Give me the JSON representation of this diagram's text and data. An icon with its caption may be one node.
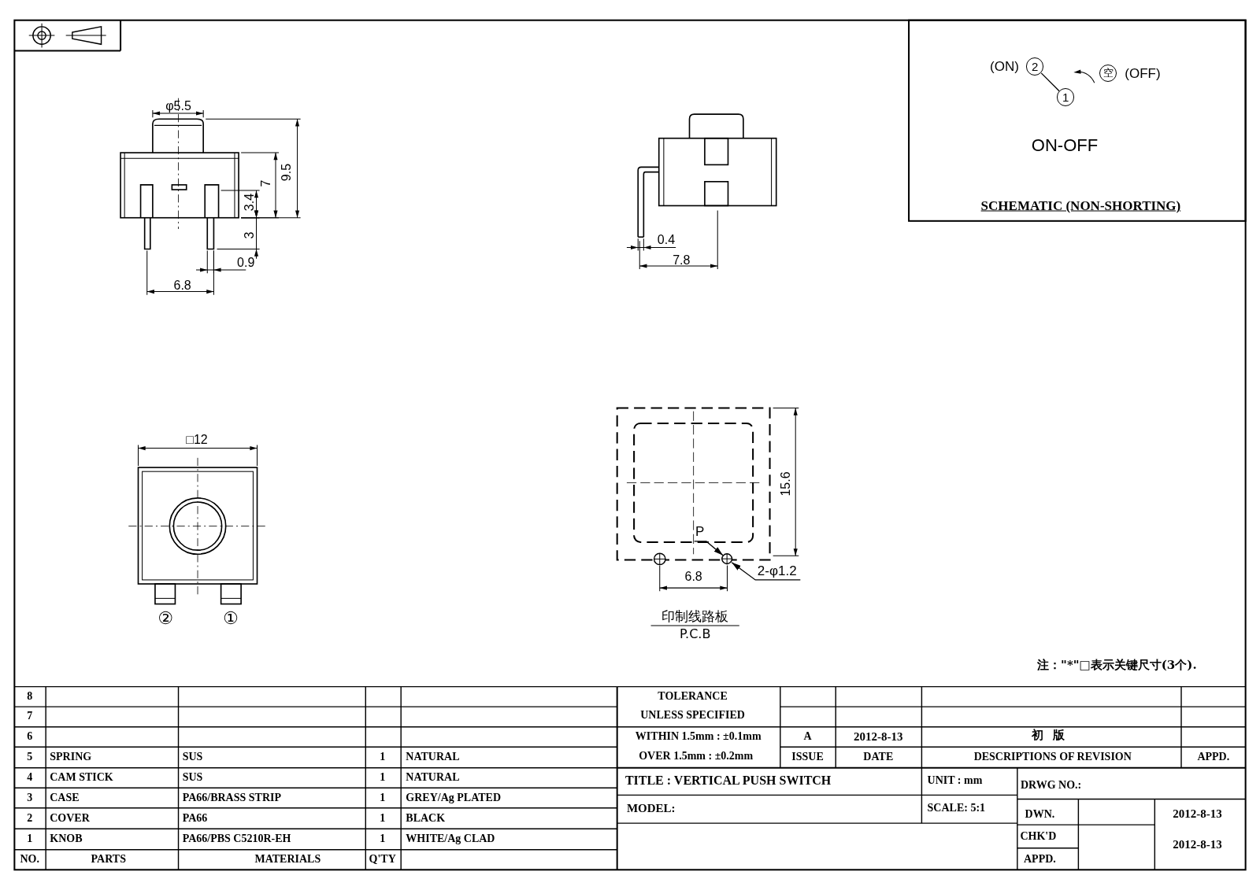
{
  "diagram": {
    "nodes": [
      {
        "text": [
          "2"
        ],
        "beside": [
          "(ON)"
        ]
      },
      {
        "text": [
          "1"
        ]
      },
      {
        "text": [
          "空"
        ],
        "beside": [
          "(OFF)"
        ]
      },
      {
        "text": [
          "P"
        ]
      },
      {
        "text": [],
        "shape": "circle"
      },
      {
        "text": [
          "2-φ1.2"
        ]
      }
    ],
    "edges": [
      {
        "from": 0,
        "to": 1,
        "arrow": "none"
      },
      {
        "from": 3,
        "to": 4,
        "arrow": "to"
      },
      {
        "from": 5,
        "to": 4,
        "arrow": "to"
      }
    ],
    "labels": [
      "φ5.5",
      "9.5",
      "7",
      "3.4",
      "3",
      "0.9",
      "6.8",
      "0.4",
      "7.8",
      "ON-OFF",
      "SCHEMATIC (NON-SHORTING)",
      "□12",
      "15.6",
      "6.8",
      "②",
      "①",
      "印制线路板",
      "P.C.B",
      "注：\"*\"□表示关键尺寸(3个).",
      "8",
      "TOLERANCE",
      "7",
      "UNLESS SPECIFIED",
      "6",
      "WITHIN 1.5mm : ±0.1mm",
      "A",
      "2012-8-13",
      "初版",
      "5",
      "SPRING",
      "SUS",
      "1",
      "NATURAL",
      "OVER 1.5mm : ±0.2mm",
      "ISSUE",
      "DATE",
      "DESCRIPTIONS OF REVISION",
      "APPD.",
      "4",
      "CAM STICK",
      "SUS",
      "1",
      "NATURAL",
      "TITLE : VERTICAL PUSH SWITCH",
      "UNIT : mm",
      "DRWG NO.:",
      "3",
      "CASE",
      "PA66/BRASS STRIP",
      "1",
      "GREY/Ag PLATED",
      "MODEL:",
      "SCALE: 5:1",
      "DWN.",
      "2012-8-13",
      "2",
      "COVER",
      "PA66",
      "1",
      "BLACK",
      "1",
      "KNOB",
      "PA66/PBS C5210R-EH",
      "1",
      "WHITE/Ag CLAD",
      "CHK'D",
      "2012-8-13",
      "NO.",
      "PARTS",
      "MATERIALS",
      "Q'TY",
      "APPD."
    ]
  }
}
